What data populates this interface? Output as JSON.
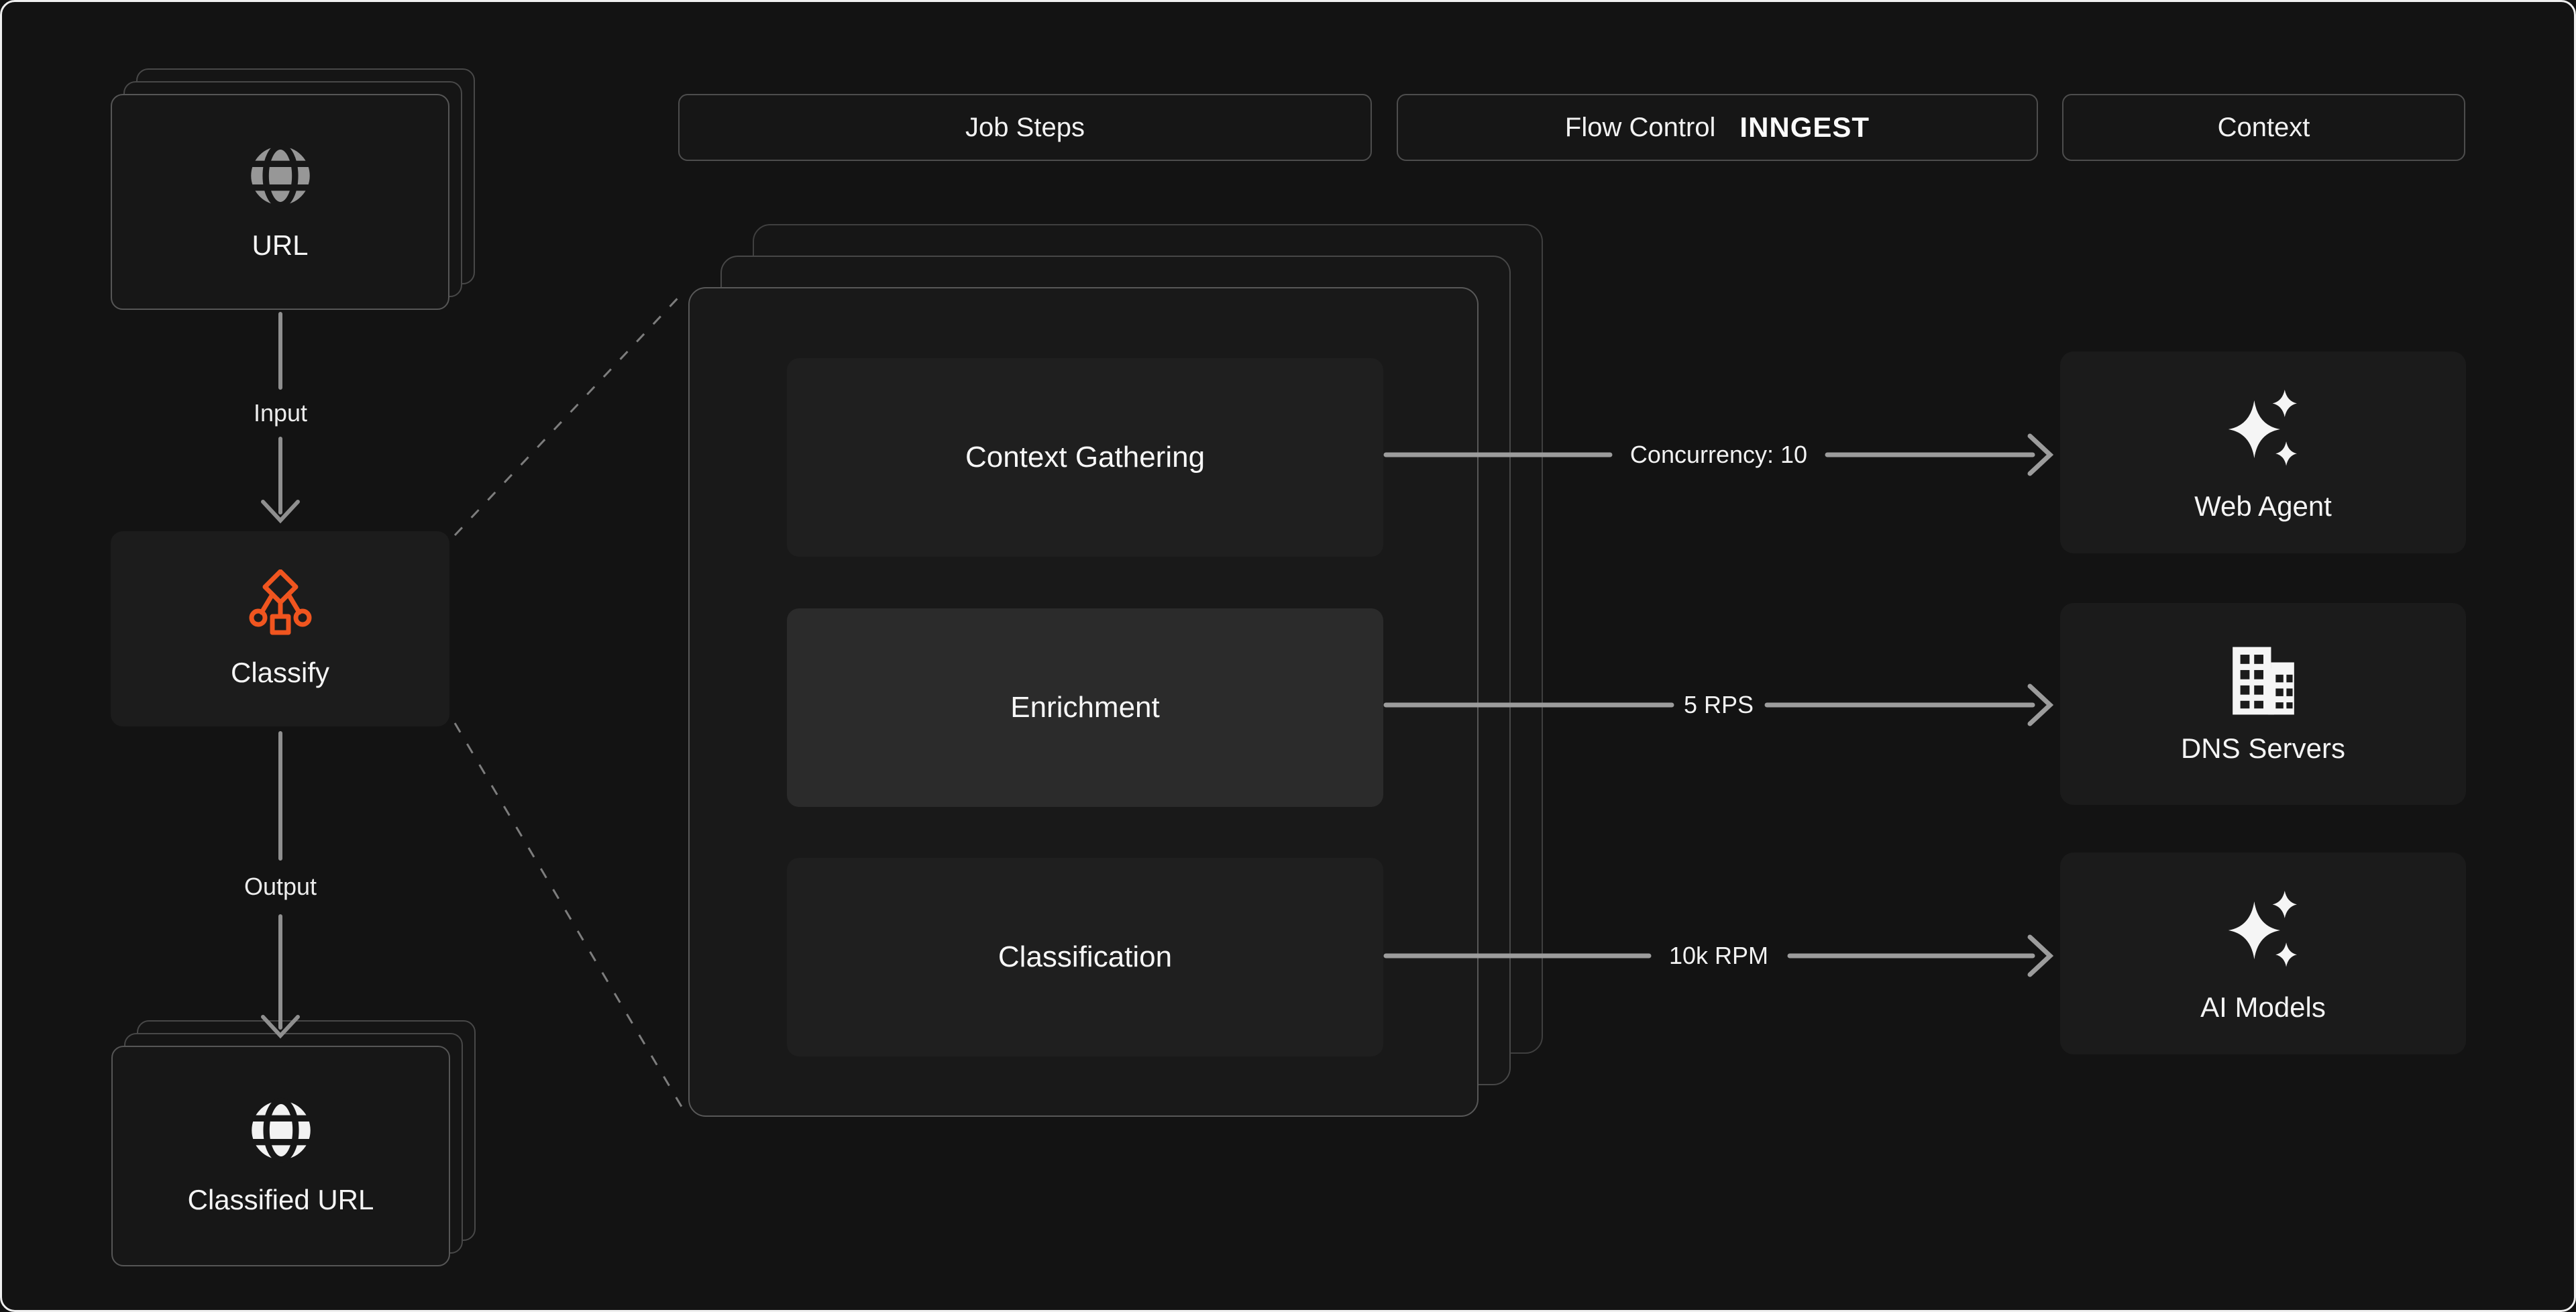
{
  "headers": {
    "job_steps": "Job Steps",
    "flow_control": "Flow Control",
    "brand": "INNGEST",
    "context": "Context"
  },
  "pipeline": {
    "source": {
      "label": "URL",
      "icon": "globe-icon"
    },
    "input_edge_label": "Input",
    "processor": {
      "label": "Classify",
      "icon": "workflow-tree-icon"
    },
    "output_edge_label": "Output",
    "sink": {
      "label": "Classified URL",
      "icon": "globe-icon"
    }
  },
  "steps": [
    {
      "label": "Context Gathering",
      "flow_control": "Concurrency: 10",
      "context": "Web Agent",
      "context_icon": "sparkles-icon"
    },
    {
      "label": "Enrichment",
      "flow_control": "5 RPS",
      "context": "DNS Servers",
      "context_icon": "office-building-icon"
    },
    {
      "label": "Classification",
      "flow_control": "10k RPM",
      "context": "AI Models",
      "context_icon": "sparkles-icon"
    }
  ],
  "colors": {
    "accent_orange": "#F0551F",
    "canvas_bg": "#131313",
    "card_bg": "#171717",
    "panel_bg": "#191919",
    "step_bg": "#1F1F1F",
    "step_highlight_bg": "#2B2B2B",
    "wire_gray": "#9C9C9C",
    "globe_gray": "#979797",
    "text_white": "#F2F2F2"
  }
}
